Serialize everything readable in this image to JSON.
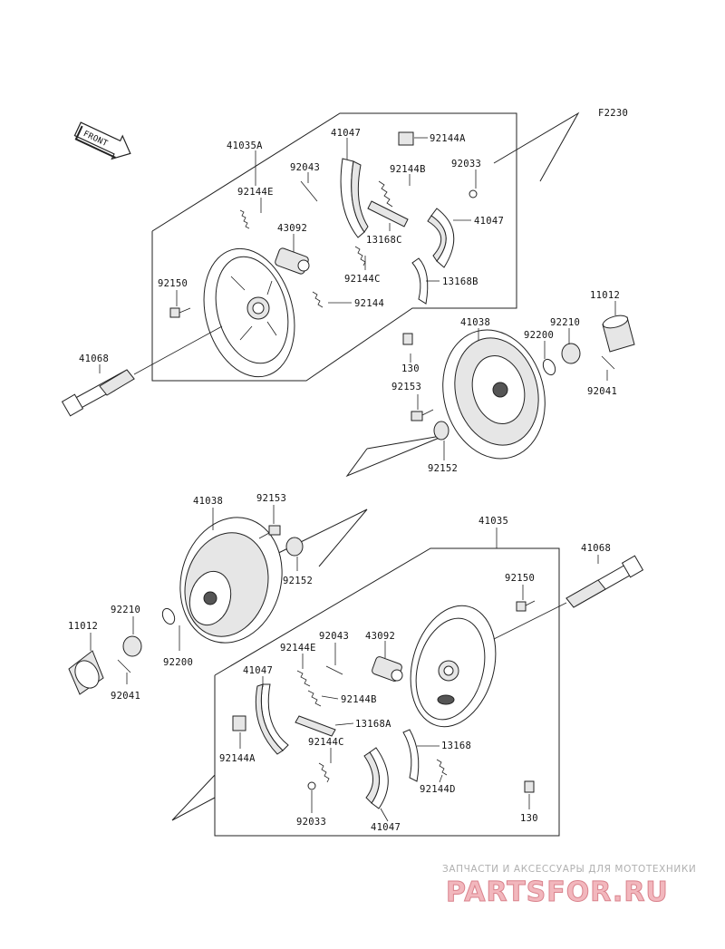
{
  "figure_code": "F2230",
  "front_label": "FRONT",
  "top_assembly": {
    "assembly": "41035A",
    "labels": {
      "shoe_upper": "41047",
      "spring_a": "92144A",
      "pin": "92043",
      "spring_b": "92144B",
      "clip": "92033",
      "spring_e": "92144E",
      "cylinder": "43092",
      "adjuster_c": "13168C",
      "shoe_right": "41047",
      "spring_c": "92144C",
      "lever_b": "13168B",
      "bolt_plate": "92150",
      "spring": "92144",
      "axle": "41068",
      "drum": "41038",
      "bolt_130": "130",
      "washer": "92200",
      "nut": "92210",
      "cap": "11012",
      "stud": "92153",
      "cotter": "92041",
      "seal": "92152"
    }
  },
  "bottom_assembly": {
    "assembly": "41035",
    "labels": {
      "drum": "41038",
      "stud": "92153",
      "seal": "92152",
      "nut": "92210",
      "cap": "11012",
      "washer": "92200",
      "cotter": "92041",
      "axle": "41068",
      "bolt_plate": "92150",
      "pin": "92043",
      "spring_e": "92144E",
      "cylinder": "43092",
      "shoe_left": "41047",
      "spring_b": "92144B",
      "adjuster_a": "13168A",
      "spring_a": "92144A",
      "spring_c": "92144C",
      "lever": "13168",
      "spring_d": "92144D",
      "clip": "92033",
      "shoe_lower": "41047",
      "bolt_130": "130"
    }
  },
  "watermark": {
    "tagline": "ЗАПЧАСТИ И АКСЕССУАРЫ ДЛЯ МОТОТЕХНИКИ",
    "brand": "PARTSFOR.RU"
  }
}
